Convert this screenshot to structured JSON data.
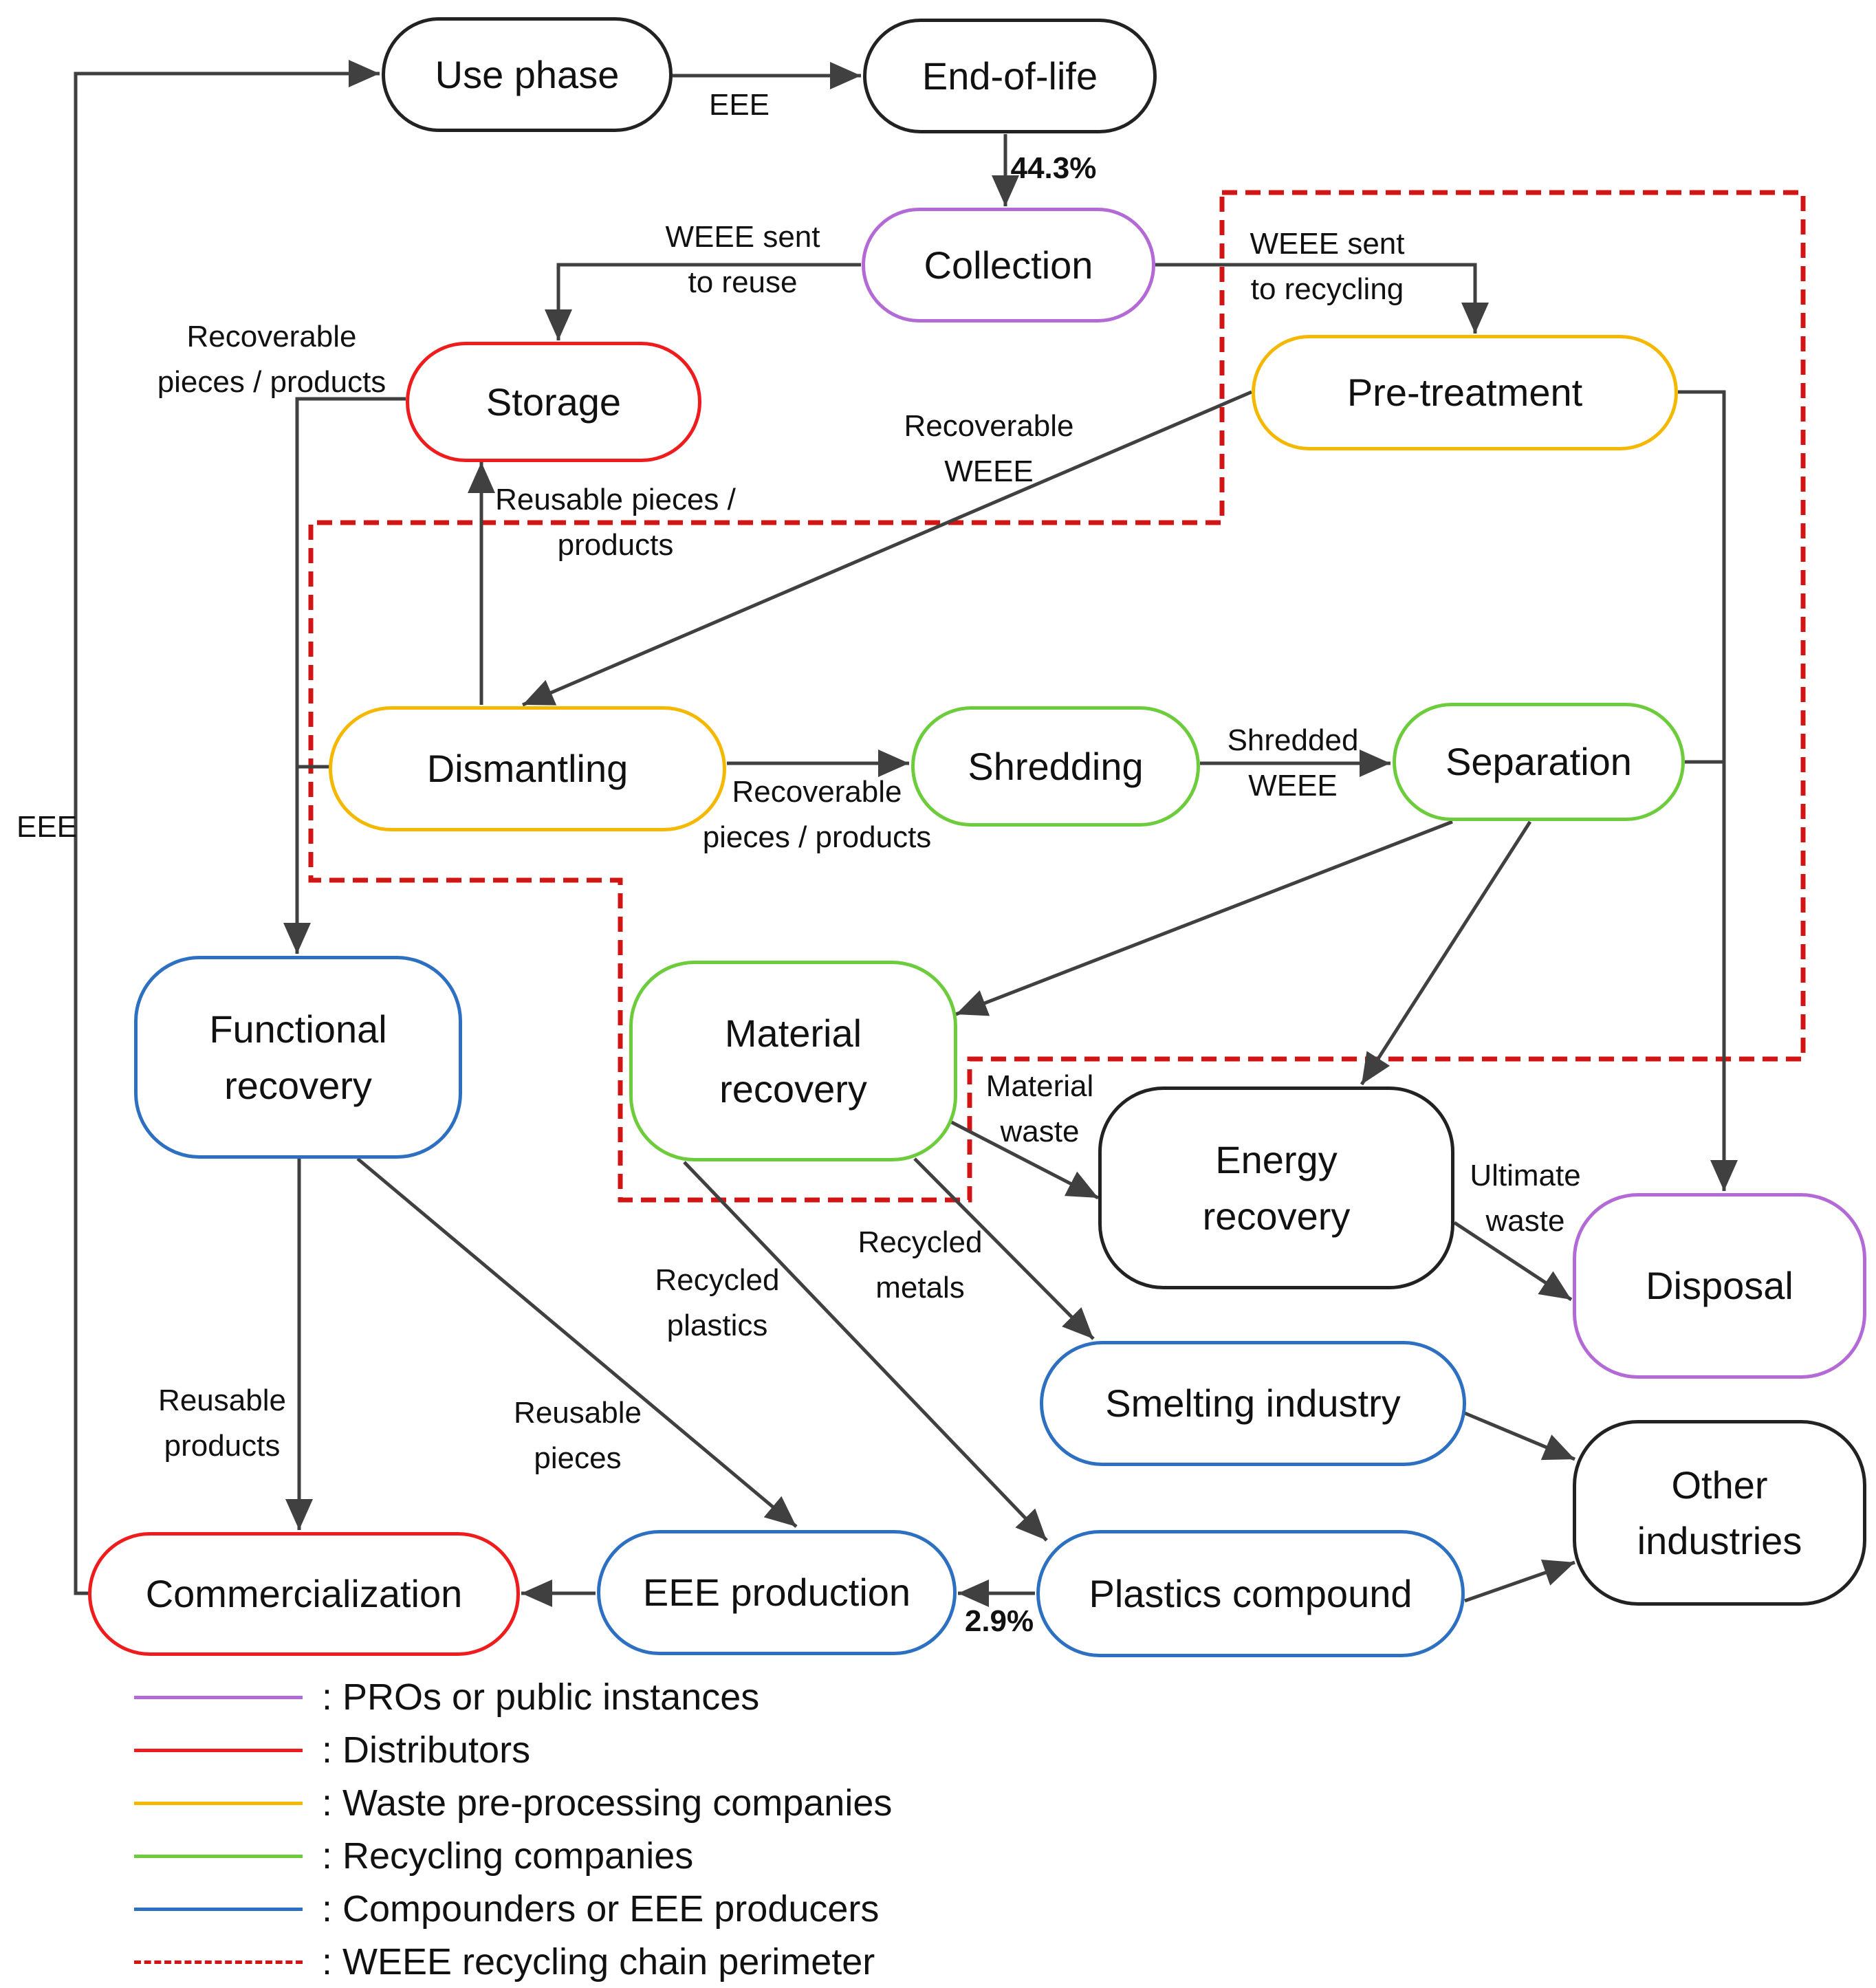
{
  "colors": {
    "pros": "#b36ad6",
    "distributors": "#ee1c1c",
    "preprocessing": "#f5b800",
    "recycling": "#6ccc3c",
    "compounders": "#2d6fc0",
    "neutral": "#222222",
    "perimeter": "#d21414"
  },
  "nodes": {
    "use_phase": "Use phase",
    "end_of_life": "End-of-life",
    "collection": "Collection",
    "storage": "Storage",
    "pre_treatment": "Pre-treatment",
    "dismantling": "Dismantling",
    "shredding": "Shredding",
    "separation": "Separation",
    "functional_recovery": "Functional\nrecovery",
    "material_recovery": "Material\nrecovery",
    "energy_recovery": "Energy\nrecovery",
    "disposal": "Disposal",
    "smelting_industry": "Smelting industry",
    "other_industries": "Other\nindustries",
    "commercialization": "Commercialization",
    "eee_production": "EEE production",
    "plastics_compound": "Plastics compound"
  },
  "edge_labels": {
    "eee_top": "EEE",
    "eee_left": "EEE",
    "collection_rate": "44.3%",
    "weee_to_reuse": "WEEE sent\nto reuse",
    "weee_to_recycling": "WEEE sent\nto recycling",
    "recoverable_pieces_storage": "Recoverable\npieces / products",
    "recoverable_weee": "Recoverable\nWEEE",
    "reusable_pieces_products": "Reusable pieces /\nproducts",
    "recoverable_pieces_dismantling": "Recoverable\npieces / products",
    "shredded_weee": "Shredded\nWEEE",
    "material_waste": "Material\nwaste",
    "ultimate_waste": "Ultimate\nwaste",
    "recycled_metals": "Recycled\nmetals",
    "recycled_plastics": "Recycled\nplastics",
    "reusable_products": "Reusable\nproducts",
    "reusable_pieces": "Reusable\npieces",
    "plastics_rate": "2.9%"
  },
  "legend": [
    {
      "text": ": PROs or public instances",
      "color": "#b36ad6",
      "style": "solid"
    },
    {
      "text": ": Distributors",
      "color": "#ee1c1c",
      "style": "solid"
    },
    {
      "text": ": Waste pre-processing companies",
      "color": "#f5b800",
      "style": "solid"
    },
    {
      "text": ": Recycling companies",
      "color": "#6ccc3c",
      "style": "solid"
    },
    {
      "text": ": Compounders or EEE producers",
      "color": "#2d6fc0",
      "style": "solid"
    },
    {
      "text": ": WEEE recycling chain perimeter",
      "color": "#d21414",
      "style": "dashed"
    }
  ]
}
